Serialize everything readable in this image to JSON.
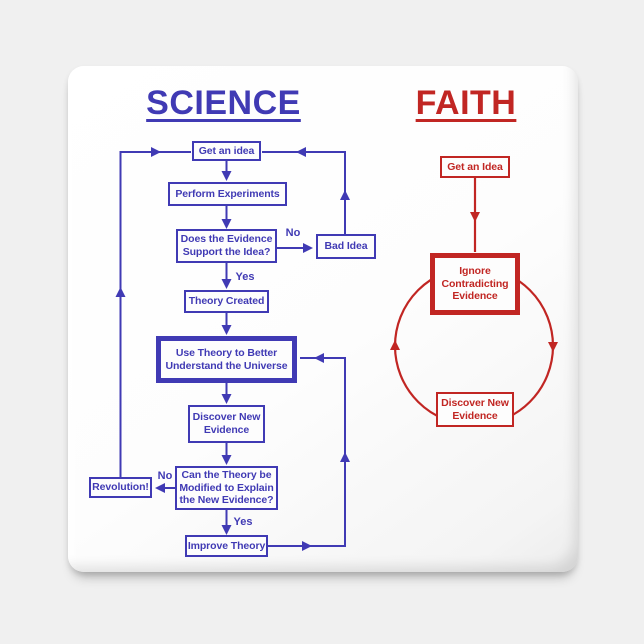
{
  "page": {
    "background_color": "#f0f0f0",
    "tile_face_color": "#fdfdfd",
    "description": "white square magnet tile with science vs faith flowchart"
  },
  "science": {
    "title": "SCIENCE",
    "accent_color": "#403ab4",
    "nodes": {
      "get_idea": "Get an idea",
      "perform_experiments": "Perform Experiments",
      "evidence_question": "Does the Evidence\nSupport the Idea?",
      "bad_idea": "Bad Idea",
      "theory_created": "Theory Created",
      "use_theory": "Use Theory to Better\nUnderstand the Universe",
      "discover_new_evidence": "Discover New\nEvidence",
      "modify_question": "Can the Theory be\nModified to Explain\nthe New Evidence?",
      "revolution": "Revolution!",
      "improve_theory": "Improve Theory"
    },
    "edge_labels": {
      "no_to_bad_idea": "No",
      "yes_to_theory_created": "Yes",
      "no_to_revolution": "No",
      "yes_to_improve_theory": "Yes"
    }
  },
  "faith": {
    "title": "FAITH",
    "accent_color": "#c12623",
    "nodes": {
      "get_idea": "Get an Idea",
      "ignore_contradicting_evidence": "Ignore\nContradicting\nEvidence",
      "discover_new_evidence": "Discover New\nEvidence"
    }
  }
}
